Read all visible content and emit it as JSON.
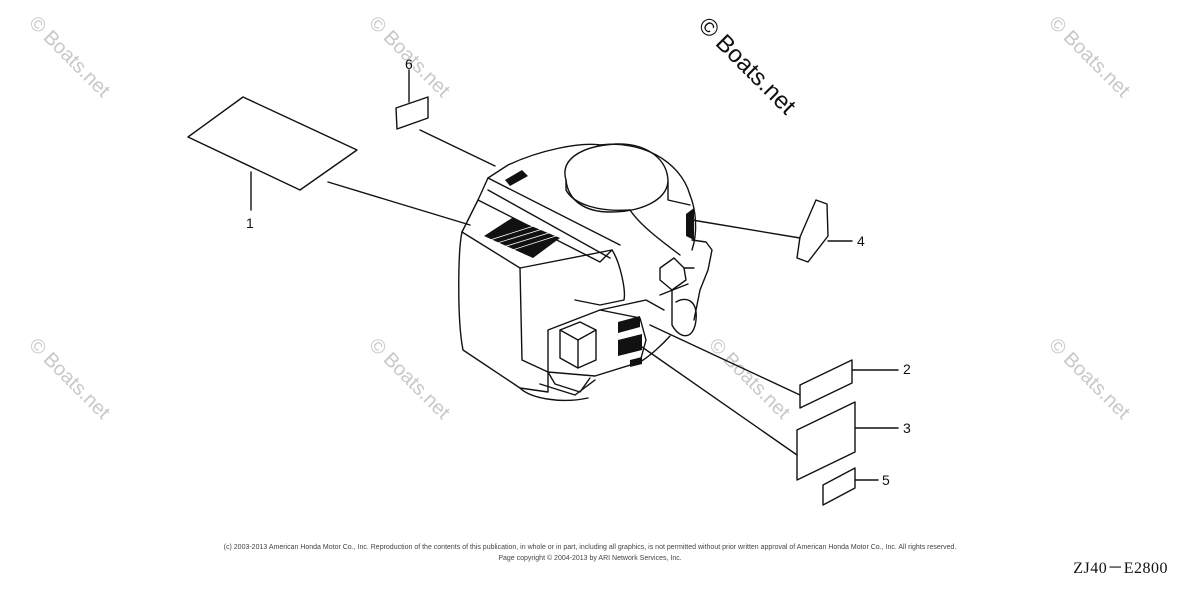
{
  "watermark": {
    "main": "© Boats.net",
    "repeated": "© Boats.net"
  },
  "callouts": [
    {
      "id": "1",
      "label": "1"
    },
    {
      "id": "2",
      "label": "2"
    },
    {
      "id": "3",
      "label": "3"
    },
    {
      "id": "4",
      "label": "4"
    },
    {
      "id": "5",
      "label": "5"
    },
    {
      "id": "6",
      "label": "6"
    }
  ],
  "footer": {
    "copyright_line1": "(c) 2003-2013 American Honda Motor Co., Inc. Reproduction of the contents of this publication, in whole or in part, including all graphics, is not permitted without prior written approval of American Honda Motor Co., Inc. All rights reserved.",
    "copyright_line2": "Page copyright © 2004-2013 by ARI Network Services, Inc.",
    "diagram_code": "ZJ40－E2800"
  }
}
